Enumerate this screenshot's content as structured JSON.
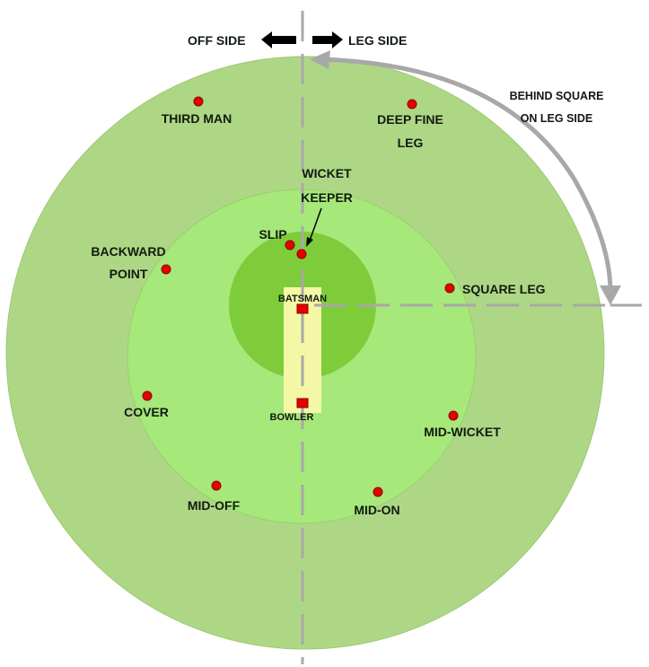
{
  "header": {
    "off_side_label": "OFF SIDE",
    "leg_side_label": "LEG SIDE"
  },
  "annotation": {
    "line1": "BEHIND SQUARE",
    "line2": "ON LEG SIDE"
  },
  "colors": {
    "outfield": "#aed785",
    "infield": "#a6e87a",
    "close_field": "#7fcc3a",
    "pitch": "#f4f7a6",
    "fielder": "#e60000",
    "guide_line": "#a8a8a8",
    "text": "#111a11"
  },
  "players": {
    "batsman": "BATSMAN",
    "bowler": "BOWLER"
  },
  "fielders": {
    "third_man": "THIRD MAN",
    "deep_fine_leg_1": "DEEP FINE",
    "deep_fine_leg_2": "LEG",
    "wicket_keeper_1": "WICKET",
    "wicket_keeper_2": "KEEPER",
    "slip": "SLIP",
    "backward_point_1": "BACKWARD",
    "backward_point_2": "POINT",
    "square_leg": "SQUARE LEG",
    "cover": "COVER",
    "mid_wicket": "MID-WICKET",
    "mid_off": "MID-OFF",
    "mid_on": "MID-ON"
  }
}
